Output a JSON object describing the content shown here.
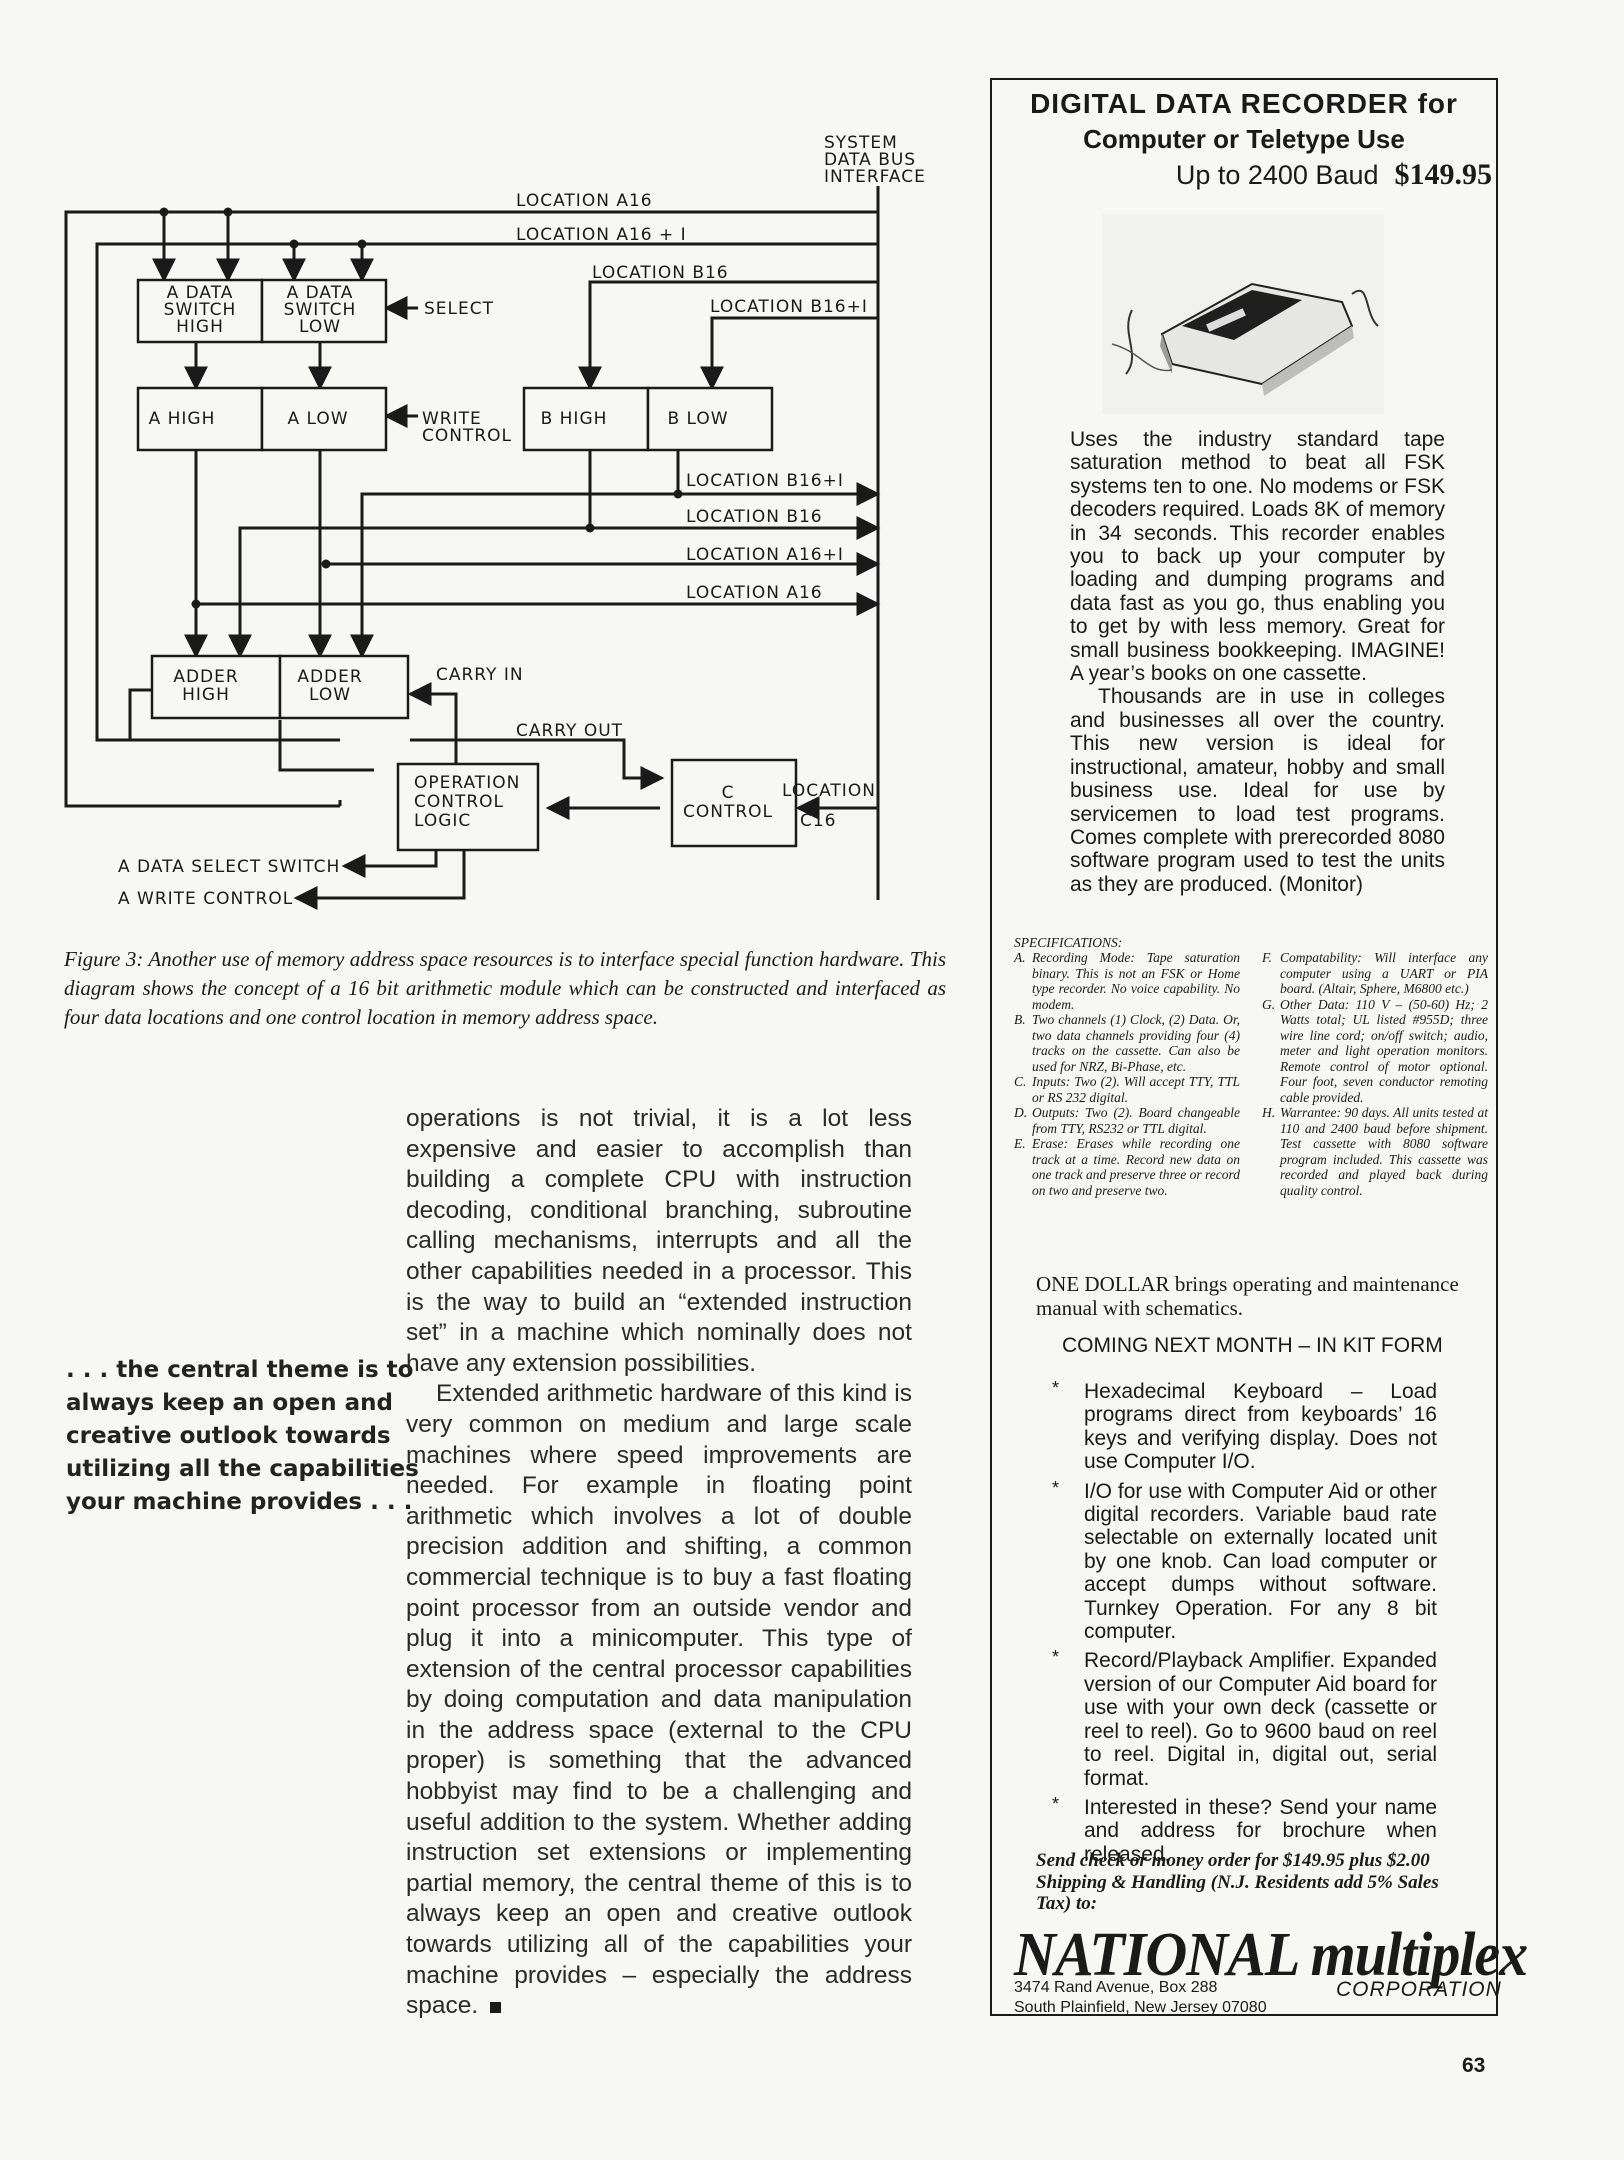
{
  "diagram": {
    "labels": {
      "system_bus": [
        "SYSTEM",
        "DATA BUS",
        "INTERFACE"
      ],
      "loc_a16": "LOCATION A16",
      "loc_a16_1": "LOCATION A16 + I",
      "loc_b16": "LOCATION B16",
      "loc_b16_1": "LOCATION B16+I",
      "select": "SELECT",
      "write_control": [
        "WRITE",
        "CONTROL"
      ],
      "out_b16_1": "LOCATION B16+I",
      "out_b16": "LOCATION B16",
      "out_a16_1": "LOCATION A16+I",
      "out_a16": "LOCATION A16",
      "carry_in": "CARRY IN",
      "carry_out": "CARRY OUT",
      "location_c16": [
        "LOCATION",
        "C16"
      ],
      "a_data_select_switch": "A DATA SELECT SWITCH",
      "a_write_control": "A WRITE CONTROL"
    },
    "boxes": {
      "a_data_switch_high": [
        "A DATA",
        "SWITCH",
        "HIGH"
      ],
      "a_data_switch_low": [
        "A DATA",
        "SWITCH",
        "LOW"
      ],
      "a_high": "A HIGH",
      "a_low": "A LOW",
      "b_high": "B HIGH",
      "b_low": "B LOW",
      "adder_high": [
        "ADDER",
        "HIGH"
      ],
      "adder_low": [
        "ADDER",
        "LOW"
      ],
      "operation_control_logic": [
        "OPERATION",
        "CONTROL",
        "LOGIC"
      ],
      "c_control": [
        "C",
        "CONTROL"
      ]
    }
  },
  "caption": "Figure 3: Another use of memory address space resources is to interface special function hardware. This diagram shows the concept of a 16 bit arithmetic module which can be constructed and interfaced as four data locations and one control location in memory address space.",
  "pullquote": [
    ". . . the central theme is to",
    "always keep an open and",
    "creative outlook towards",
    "utilizing all the capabilities",
    "your machine provides . . ."
  ],
  "article": {
    "p1": "operations is not trivial, it is a lot less expensive and easier to accomplish than building a complete CPU with instruction decoding, conditional branching, subroutine calling mechanisms, interrupts and all the other capabilities needed in a processor. This is the way to build an “extended instruction set” in a machine which nominally does not have any extension possibilities.",
    "p2": "Extended arithmetic hardware of this kind is very common on medium and large scale machines where speed improvements are needed. For example in floating point arithmetic which involves a lot of double precision addition and shifting, a common commercial technique is to buy a fast floating point processor from an outside vendor and plug it into a minicomputer. This type of extension of the central processor capabilities by doing computation and data manipulation in the address space (external to the CPU proper) is something that the advanced hobbyist may find to be a challenging and useful addition to the system. Whether adding instruction set extensions or implementing partial memory, the central theme of this is to always keep an open and creative outlook towards utilizing all of the capabilities your machine provides – especially the address space."
  },
  "ad": {
    "title1": "DIGITAL DATA RECORDER  for",
    "title2": "Computer or Teletype Use",
    "title3": "Up to 2400 Baud",
    "price": "$149.95",
    "desc_p1": "Uses the industry standard tape saturation method to beat all FSK systems ten to one. No modems or FSK decoders required. Loads 8K of memory in 34 seconds. This recorder enables you to back up your computer by loading and dumping programs and data fast as you go, thus enabling you to get by with less memory. Great for small business bookkeeping. IMAGINE! A year’s books on one cassette.",
    "desc_p2": "Thousands are in use in colleges and businesses all over the country. This new version is ideal for instructional, amateur, hobby and small business use. Ideal for use by servicemen to load test programs. Comes complete with prerecorded 8080 software program used to test the units as they are produced. (Monitor)",
    "spec_heading": "SPECIFICATIONS:",
    "specs_left": [
      {
        "letter": "A.",
        "text": "Recording Mode: Tape saturation binary. This is not an FSK or Home type recorder. No voice capability. No modem."
      },
      {
        "letter": "B.",
        "text": "Two channels (1) Clock, (2) Data. Or, two data channels providing four (4) tracks on the cassette. Can also be used for NRZ, Bi-Phase, etc."
      },
      {
        "letter": "C.",
        "text": "Inputs: Two (2). Will accept TTY, TTL or RS 232 digital."
      },
      {
        "letter": "D.",
        "text": "Outputs: Two (2). Board changeable from TTY, RS232 or TTL digital."
      },
      {
        "letter": "E.",
        "text": "Erase: Erases while recording one track at a time. Record new data on one track and preserve three or record on two and preserve two."
      }
    ],
    "specs_right": [
      {
        "letter": "F.",
        "text": "Compatability: Will interface any computer using a UART or PIA board. (Altair, Sphere, M6800 etc.)"
      },
      {
        "letter": "G.",
        "text": "Other Data: 110 V – (50-60) Hz; 2 Watts total; UL listed #955D; three wire line cord; on/off switch; audio, meter and light operation monitors. Remote control of motor optional. Four foot, seven conductor remoting cable provided."
      },
      {
        "letter": "H.",
        "text": "Warrantee: 90 days. All units tested at 110 and 2400 baud before shipment. Test cassette with 8080 software program included. This cassette was recorded and played back during quality control."
      }
    ],
    "one_dollar": "ONE DOLLAR brings operating and maintenance manual with schematics.",
    "coming": "COMING NEXT MONTH – IN KIT FORM",
    "kit_items": [
      "Hexadecimal Keyboard – Load programs direct from keyboards’ 16 keys and verifying display. Does not use Computer I/O.",
      "I/O for use with Computer Aid or other digital recorders. Variable baud rate selectable on externally located unit by one knob. Can load computer or accept dumps without software. Turnkey Operation. For any 8 bit computer.",
      "Record/Playback Amplifier. Expanded version of our Computer Aid board for use with your own deck (cassette or reel to reel). Go to 9600 baud on reel to reel. Digital in, digital out, serial format.",
      "Interested in these? Send your name and address for brochure when released."
    ],
    "star": "*",
    "send": "Send check or money order for $149.95 plus $2.00 Shipping & Handling (N.J. Residents add 5% Sales Tax) to:",
    "brand": "NATIONAL multiplex",
    "address1": "3474 Rand Avenue, Box 288",
    "address2": "South Plainfield, New Jersey 07080",
    "corporation": "CORPORATION"
  },
  "page_number": "63"
}
